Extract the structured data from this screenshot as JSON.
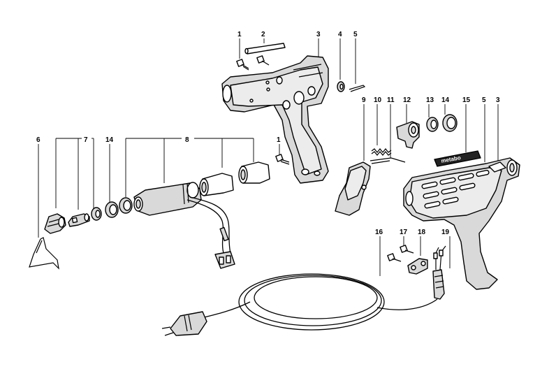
{
  "diagram": {
    "callouts": [
      {
        "id": "c1a",
        "label": "1"
      },
      {
        "id": "c2",
        "label": "2"
      },
      {
        "id": "c3a",
        "label": "3"
      },
      {
        "id": "c4",
        "label": "4"
      },
      {
        "id": "c5a",
        "label": "5"
      },
      {
        "id": "c9",
        "label": "9"
      },
      {
        "id": "c10",
        "label": "10"
      },
      {
        "id": "c11",
        "label": "11"
      },
      {
        "id": "c12",
        "label": "12"
      },
      {
        "id": "c13",
        "label": "13"
      },
      {
        "id": "c14a",
        "label": "14"
      },
      {
        "id": "c15",
        "label": "15"
      },
      {
        "id": "c5b",
        "label": "5"
      },
      {
        "id": "c3b",
        "label": "3"
      },
      {
        "id": "c6",
        "label": "6"
      },
      {
        "id": "c7",
        "label": "7"
      },
      {
        "id": "c14b",
        "label": "14"
      },
      {
        "id": "c8",
        "label": "8"
      },
      {
        "id": "c1b",
        "label": "1"
      },
      {
        "id": "c16",
        "label": "16"
      },
      {
        "id": "c17",
        "label": "17"
      },
      {
        "id": "c18",
        "label": "18"
      },
      {
        "id": "c19",
        "label": "19"
      }
    ],
    "brand_text": "metabo",
    "colors": {
      "ink": "#000000",
      "fill": "#d9d9d9",
      "paper": "#ffffff"
    }
  }
}
